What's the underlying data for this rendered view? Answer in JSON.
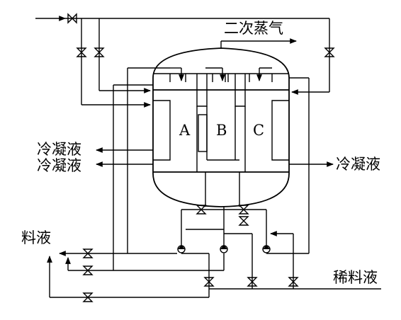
{
  "labels": {
    "secondary_steam": "二次蒸气",
    "condensate": "冷凝液",
    "feed_liquid": "料液",
    "dilute_feed": "稀料液",
    "chamber_a": "A",
    "chamber_b": "B",
    "chamber_c": "C"
  }
}
